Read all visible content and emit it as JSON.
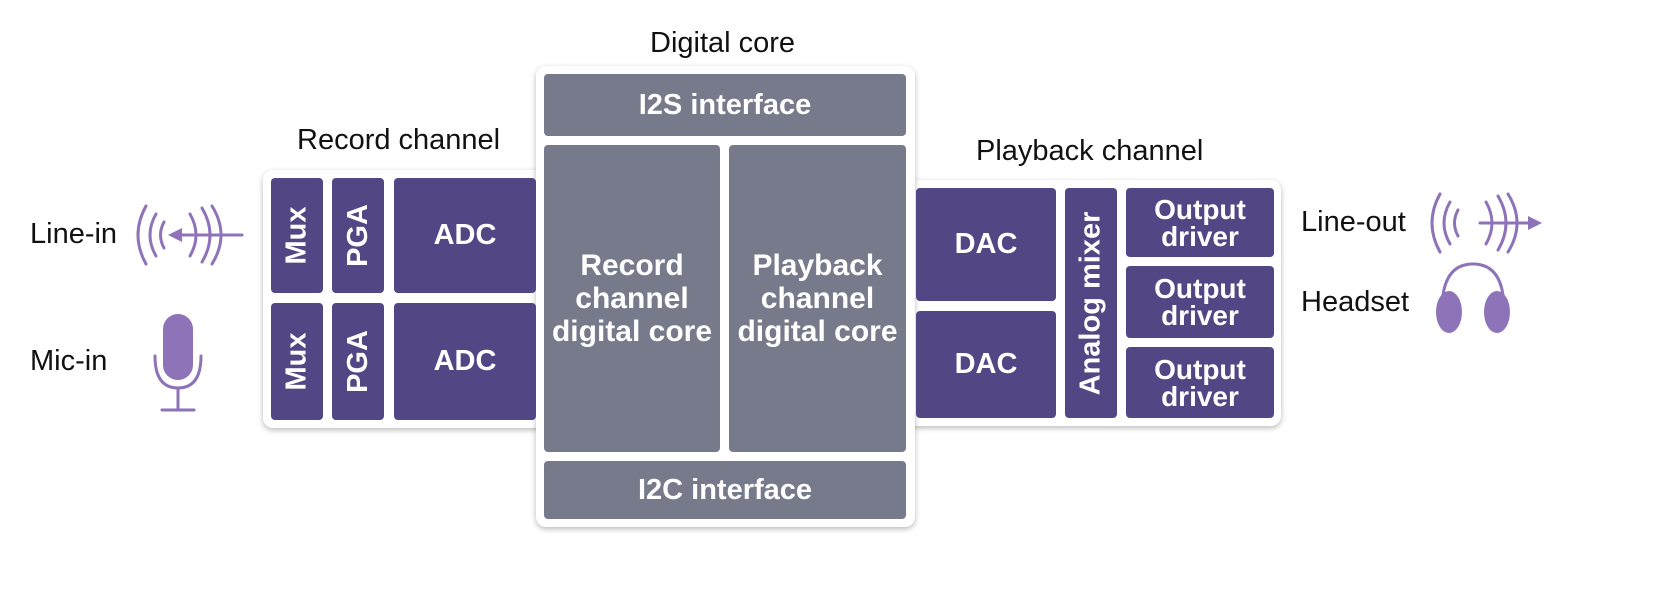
{
  "labels": {
    "digital_core": "Digital core",
    "record_channel": "Record channel",
    "playback_channel": "Playback channel",
    "line_in": "Line-in",
    "mic_in": "Mic-in",
    "line_out": "Line-out",
    "headset": "Headset"
  },
  "record": {
    "mux_top": "Mux",
    "pga_top": "PGA",
    "adc_top": "ADC",
    "mux_bottom": "Mux",
    "pga_bottom": "PGA",
    "adc_bottom": "ADC"
  },
  "core": {
    "i2s": "I2S interface",
    "record_core": "Record\nchannel\ndigital core",
    "playback_core": "Playback\nchannel\ndigital core",
    "i2c": "I2C interface"
  },
  "playback": {
    "dac_top": "DAC",
    "dac_bottom": "DAC",
    "analog_mixer": "Analog mixer",
    "output_driver_1": "Output\ndriver",
    "output_driver_2": "Output\ndriver",
    "output_driver_3": "Output\ndriver"
  },
  "colors": {
    "block_purple": "#534684",
    "block_gray": "#767a8a",
    "icon_purple": "#8e73b8"
  },
  "icons": [
    "line-in-icon",
    "microphone-icon",
    "line-out-icon",
    "headphones-icon"
  ]
}
